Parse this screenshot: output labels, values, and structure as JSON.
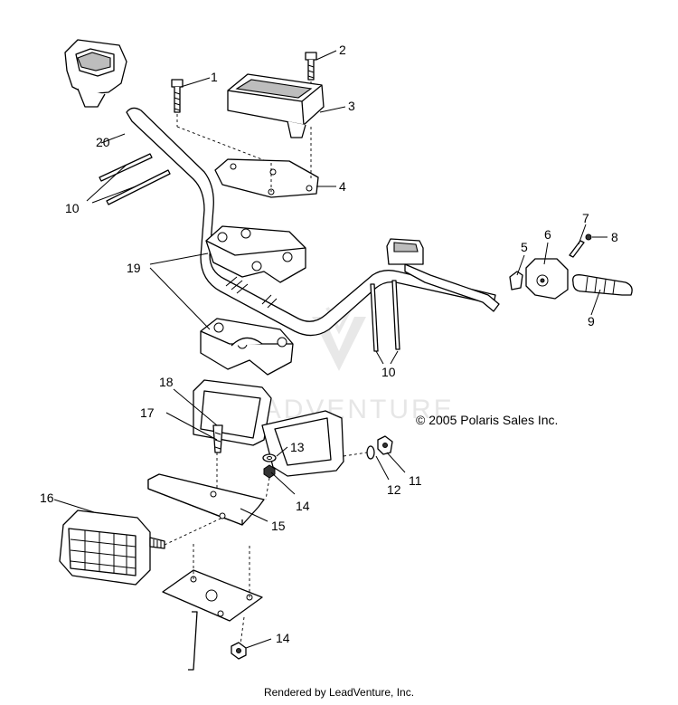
{
  "diagram": {
    "callouts": [
      "1",
      "2",
      "3",
      "4",
      "5",
      "6",
      "7",
      "8",
      "9",
      "10",
      "10",
      "11",
      "12",
      "13",
      "14",
      "14",
      "15",
      "16",
      "17",
      "18",
      "19",
      "20"
    ],
    "watermark": "LEADVENTURE",
    "copyright": "© 2005 Polaris Sales Inc."
  },
  "footer": "Rendered by LeadVenture, Inc."
}
